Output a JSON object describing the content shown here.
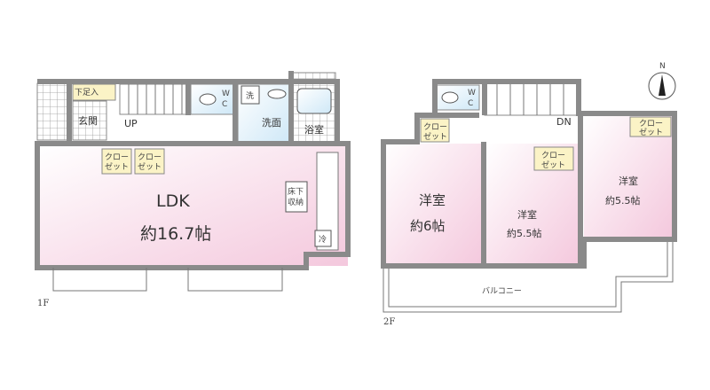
{
  "floor1": {
    "label": "1F",
    "rooms": {
      "ldk_name": "LDK",
      "ldk_size": "約16.7帖",
      "entrance": "玄関",
      "shoe_storage": "下足入",
      "stairs": "UP",
      "wc_w": "W",
      "wc_c": "C",
      "washroom": "洗面",
      "bathroom": "浴室",
      "closet1_a": "クロー",
      "closet1_b": "ゼット",
      "closet2_a": "クロー",
      "closet2_b": "ゼット",
      "underfloor_a": "床下",
      "underfloor_b": "収納",
      "fridge": "冷",
      "washer": "洗"
    }
  },
  "floor2": {
    "label": "2F",
    "rooms": {
      "room1_name": "洋室",
      "room1_size": "約6帖",
      "room2_name": "洋室",
      "room2_size": "約5.5帖",
      "room3_name": "洋室",
      "room3_size": "約5.5帖",
      "wc_w": "W",
      "wc_c": "C",
      "stairs": "DN",
      "closet_a": "クロー",
      "closet_b": "ゼット",
      "balcony": "バルコニー"
    }
  },
  "compass": {
    "label": "N"
  },
  "colors": {
    "room_pink": "#f7d6e6",
    "wet_blue": "#d6ecf8",
    "closet_yellow": "#fbf3c6",
    "wall": "#8a8a8a"
  }
}
